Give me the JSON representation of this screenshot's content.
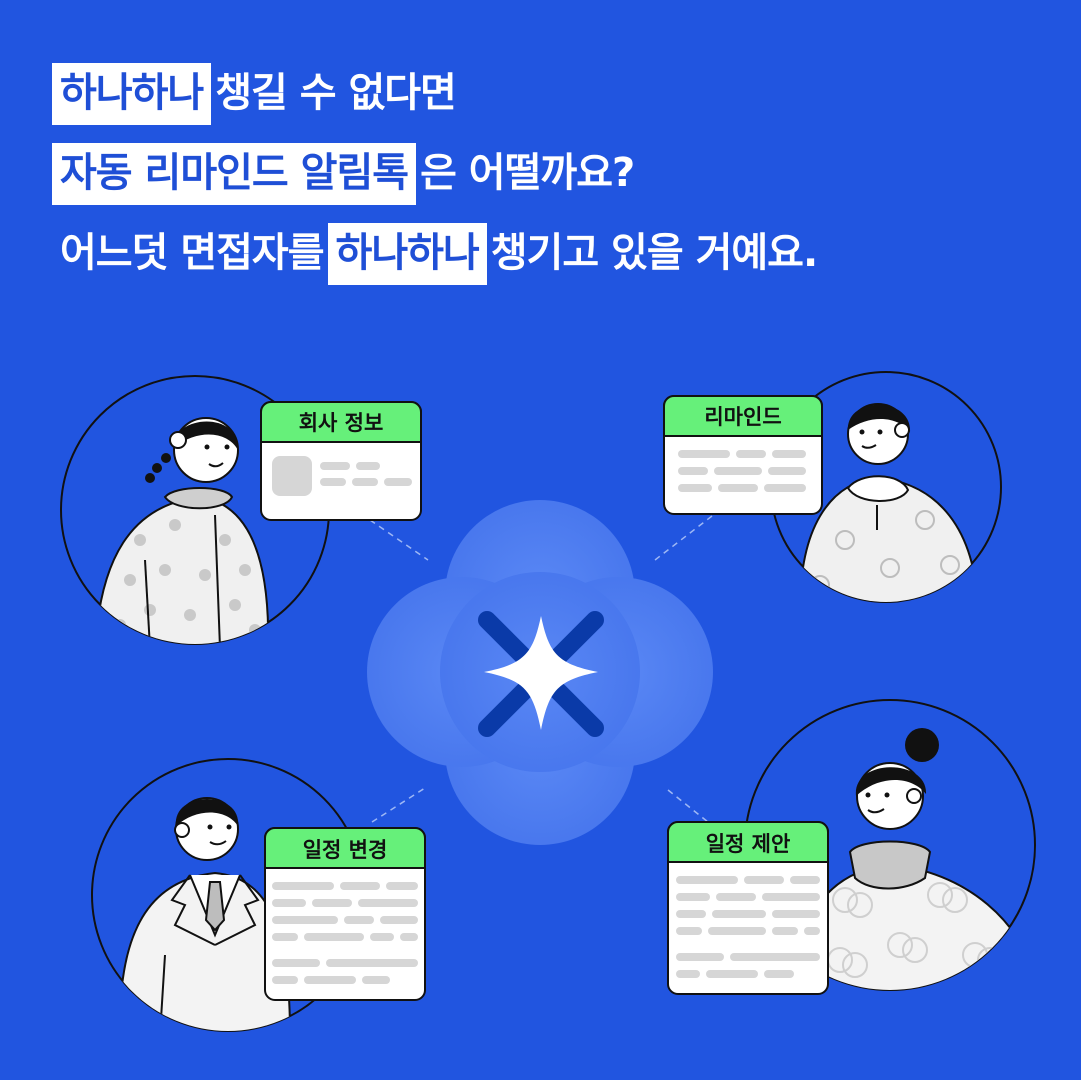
{
  "headline": {
    "line1": {
      "highlight": "하나하나",
      "rest": "챙길 수 없다면"
    },
    "line2": {
      "highlight": "자동 리마인드 알림톡",
      "rest": "은 어떨까요?"
    },
    "line3": {
      "before": "어느덧 면접자를",
      "highlight": "하나하나",
      "after": "챙기고 있을 거예요."
    }
  },
  "cards": {
    "company_info": "회사 정보",
    "remind": "리마인드",
    "schedule_change": "일정 변경",
    "schedule_proposal": "일정 제안"
  },
  "colors": {
    "background": "#2155e0",
    "card_header": "#66f07a",
    "highlight_text": "#1f4fd6",
    "center_blob": "#4f7ff0",
    "cross": "#0a3aa8"
  },
  "icons": [
    "sparkle-icon",
    "cross-icon",
    "person-illustration"
  ]
}
